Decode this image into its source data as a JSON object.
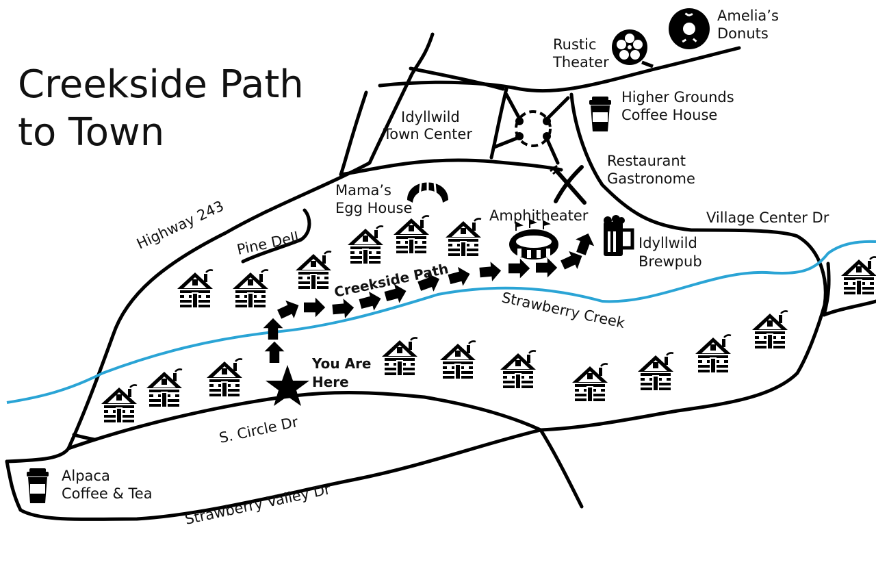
{
  "title": {
    "line1": "Creekside Path",
    "line2": "to Town"
  },
  "roads": {
    "highway": "Highway 243",
    "pine_dell": "Pine Dell",
    "village_center": "Village Center Dr",
    "s_circle": "S. Circle Dr",
    "strawberry_valley": "Strawberry Valley Dr"
  },
  "creek": {
    "label": "Strawberry Creek",
    "color": "#2aa4d5"
  },
  "path": {
    "label": "Creekside Path"
  },
  "you_are_here": {
    "line1": "You Are",
    "line2": "Here"
  },
  "places": {
    "town_center": {
      "line1": "Idyllwild",
      "line2": "Town Center"
    },
    "rustic_theater": {
      "line1": "Rustic",
      "line2": "Theater",
      "icon": "film-reel-icon"
    },
    "amelias_donuts": {
      "line1": "Amelia’s",
      "line2": "Donuts",
      "icon": "donut-icon"
    },
    "higher_grounds": {
      "line1": "Higher Grounds",
      "line2": "Coffee House",
      "icon": "coffee-cup-icon"
    },
    "restaurant": {
      "line1": "Restaurant",
      "line2": "Gastronome",
      "icon": "fork-knife-icon"
    },
    "mamas": {
      "line1": "Mama’s",
      "line2": "Egg House",
      "icon": "croissant-icon"
    },
    "amphitheater": {
      "label": "Amphitheater",
      "icon": "stadium-icon"
    },
    "brewpub": {
      "line1": "Idyllwild",
      "line2": "Brewpub",
      "icon": "beer-mug-icon"
    },
    "alpaca": {
      "line1": "Alpaca",
      "line2": "Coffee & Tea",
      "icon": "coffee-cup-icon"
    }
  }
}
